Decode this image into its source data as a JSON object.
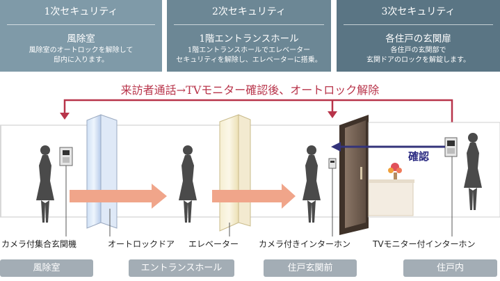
{
  "panels": [
    {
      "title": "1次セキュリティ",
      "subtitle": "風除室",
      "desc": "風除室のオートロックを解除して\n邸内に入ります。"
    },
    {
      "title": "2次セキュリティ",
      "subtitle": "1階エントランスホール",
      "desc": "1階エントランスホールでエレベーター\nセキュリティを解除し、エレベーターに搭乗。"
    },
    {
      "title": "3次セキュリティ",
      "subtitle": "各住戸の玄関扉",
      "desc": "各住戸の玄関部で\n玄関ドアのロックを解錠します。"
    }
  ],
  "flow_text": "来訪者通話→TVモニター確認後、オートロック解除",
  "confirm_text": "確認",
  "labels": [
    "カメラ付集合玄関機",
    "オートロックドア",
    "エレベーター",
    "カメラ付きインターホン",
    "TVモニター付インターホン"
  ],
  "zones": [
    "風除室",
    "エントランスホール",
    "住戸玄関前",
    "住戸内"
  ],
  "colors": {
    "flow_red": "#b8344a",
    "arrow_blue": "#33337a",
    "walk_arrow": "#f0a58a",
    "zone_gray": "#a3adb5"
  }
}
